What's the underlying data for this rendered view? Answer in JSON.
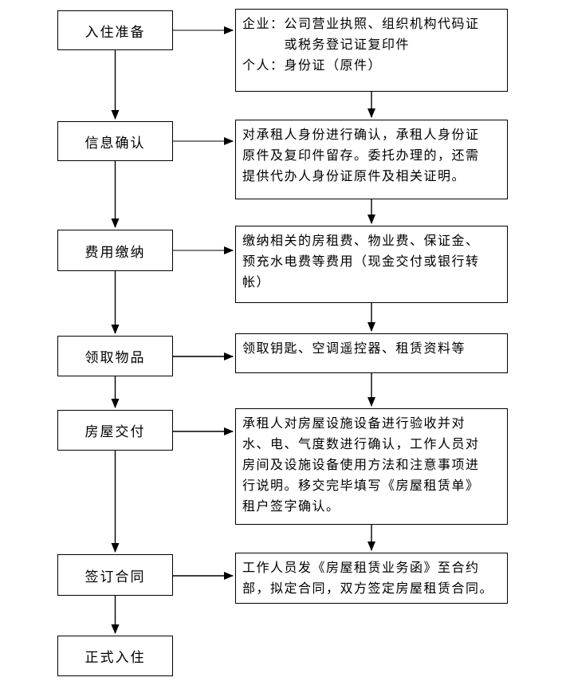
{
  "diagram": {
    "steps": [
      {
        "label": "入住准备",
        "detail": "企业：公司营业执照、组织机构代码证\n　　　或税务登记证复印件\n个人：身份证（原件）"
      },
      {
        "label": "信息确认",
        "detail": "对承租人身份进行确认，承租人身份证\n原件及复印件留存。委托办理的，还需\n提供代办人身份证原件及相关证明。"
      },
      {
        "label": "费用缴纳",
        "detail": "缴纳相关的房租费、物业费、保证金、\n预充水电费等费用（现金交付或银行转\n帐）"
      },
      {
        "label": "领取物品",
        "detail": "领取钥匙、空调遥控器、租赁资料等"
      },
      {
        "label": "房屋交付",
        "detail": "承租人对房屋设施设备进行验收并对\n水、电、气度数进行确认，工作人员对\n房间及设施设备使用方法和注意事项进\n行说明。移交完毕填写《房屋租赁单》\n租户签字确认。"
      },
      {
        "label": "签订合同",
        "detail": "工作人员发《房屋租赁业务函》至合约\n部，拟定合同，双方签定房屋租赁合同。"
      },
      {
        "label": "正式入住"
      }
    ],
    "colors": {
      "background": "#ffffff",
      "box_border": "#000000",
      "text": "#000000",
      "arrow_line_gray": "#808080",
      "arrow_line_dark": "#3a3a3a",
      "arrow_line_black": "#000000",
      "arrow_head": "#000000"
    }
  }
}
